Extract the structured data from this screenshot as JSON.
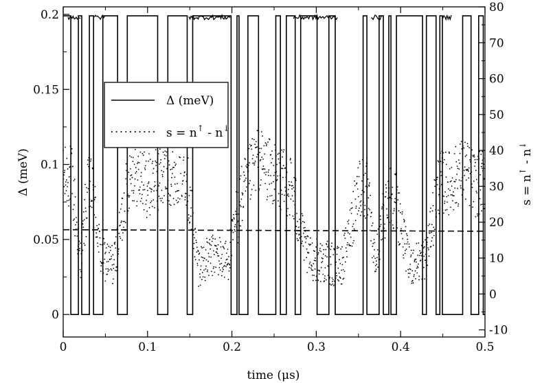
{
  "chart_data": {
    "type": "line",
    "title": "",
    "xlabel": "time (μs)",
    "ylabel_left": "Δ (meV)",
    "ylabel_right": "s = n↑ - n↓",
    "ylabel_right_parts": [
      "s = n",
      "↑",
      " - n",
      "↓"
    ],
    "xlim": [
      0,
      0.5
    ],
    "ylim_left": [
      -0.015,
      0.205
    ],
    "ylim_right": [
      -12,
      80
    ],
    "x_ticks": [
      "0",
      "0.1",
      "0.2",
      "0.3",
      "0.4",
      "0.5"
    ],
    "x_tick_values": [
      0,
      0.1,
      0.2,
      0.3,
      0.4,
      0.5
    ],
    "y_left_ticks": [
      "0",
      "0.05",
      "0.1",
      "0.15",
      "0.2"
    ],
    "y_left_tick_values": [
      0,
      0.05,
      0.1,
      0.15,
      0.2
    ],
    "y_right_ticks": [
      "-10",
      "0",
      "10",
      "20",
      "30",
      "40",
      "50",
      "60",
      "70",
      "80"
    ],
    "y_right_tick_values": [
      -10,
      0,
      10,
      20,
      30,
      40,
      50,
      60,
      70,
      80
    ],
    "grid": false,
    "legend_position": "upper-left",
    "series": [
      {
        "name": "Δ (meV)",
        "axis": "left",
        "style": "solid",
        "color": "#000000",
        "high_value": 0.199,
        "low_value": 0.0,
        "transitions": [
          0.009,
          0.018,
          0.022,
          0.031,
          0.036,
          0.047,
          0.0645,
          0.076,
          0.112,
          0.124,
          0.147,
          0.1535,
          0.199,
          0.206,
          0.2085,
          0.219,
          0.2315,
          0.252,
          0.2575,
          0.2645,
          0.275,
          0.2815,
          0.301,
          0.315,
          0.3225,
          0.3555,
          0.36,
          0.3745,
          0.3795,
          0.386,
          0.3885,
          0.395,
          0.426,
          0.4305,
          0.442,
          0.4465,
          0.4495,
          0.4735,
          0.4835,
          0.4925,
          0.498
        ],
        "plateaus": [
          {
            "x": [
              0.0055,
              0.0205
            ],
            "value": 0.198
          },
          {
            "x": [
              0.037,
              0.049
            ],
            "value": 0.198
          },
          {
            "x": [
              0.149,
              0.198
            ],
            "value": 0.198
          },
          {
            "x": [
              0.273,
              0.325
            ],
            "value": 0.198
          },
          {
            "x": [
              0.365,
              0.378
            ],
            "value": 0.198
          },
          {
            "x": [
              0.45,
              0.46
            ],
            "value": 0.198
          }
        ]
      },
      {
        "name": "s = n↑ - n↓",
        "axis": "right",
        "style": "dotted",
        "color": "#000000",
        "high_mean": 32,
        "low_mean": 9,
        "points": [
          [
            0.0,
            32
          ],
          [
            0.01,
            33
          ],
          [
            0.02,
            9
          ],
          [
            0.03,
            30
          ],
          [
            0.035,
            28
          ],
          [
            0.045,
            10
          ],
          [
            0.06,
            8
          ],
          [
            0.08,
            35
          ],
          [
            0.1,
            30
          ],
          [
            0.12,
            33
          ],
          [
            0.145,
            35
          ],
          [
            0.16,
            8
          ],
          [
            0.18,
            11
          ],
          [
            0.195,
            9
          ],
          [
            0.21,
            26
          ],
          [
            0.23,
            38
          ],
          [
            0.25,
            33
          ],
          [
            0.27,
            30
          ],
          [
            0.29,
            10
          ],
          [
            0.31,
            9
          ],
          [
            0.33,
            7
          ],
          [
            0.35,
            30
          ],
          [
            0.36,
            29
          ],
          [
            0.37,
            8
          ],
          [
            0.385,
            29
          ],
          [
            0.395,
            26
          ],
          [
            0.41,
            8
          ],
          [
            0.43,
            10
          ],
          [
            0.445,
            31
          ],
          [
            0.46,
            31
          ],
          [
            0.475,
            35
          ],
          [
            0.49,
            30
          ],
          [
            0.5,
            32
          ]
        ]
      },
      {
        "name": "",
        "axis": "left",
        "style": "dashed",
        "color": "#000000",
        "points": [
          [
            0.0,
            0.0565
          ],
          [
            0.5,
            0.0555
          ]
        ]
      }
    ]
  }
}
